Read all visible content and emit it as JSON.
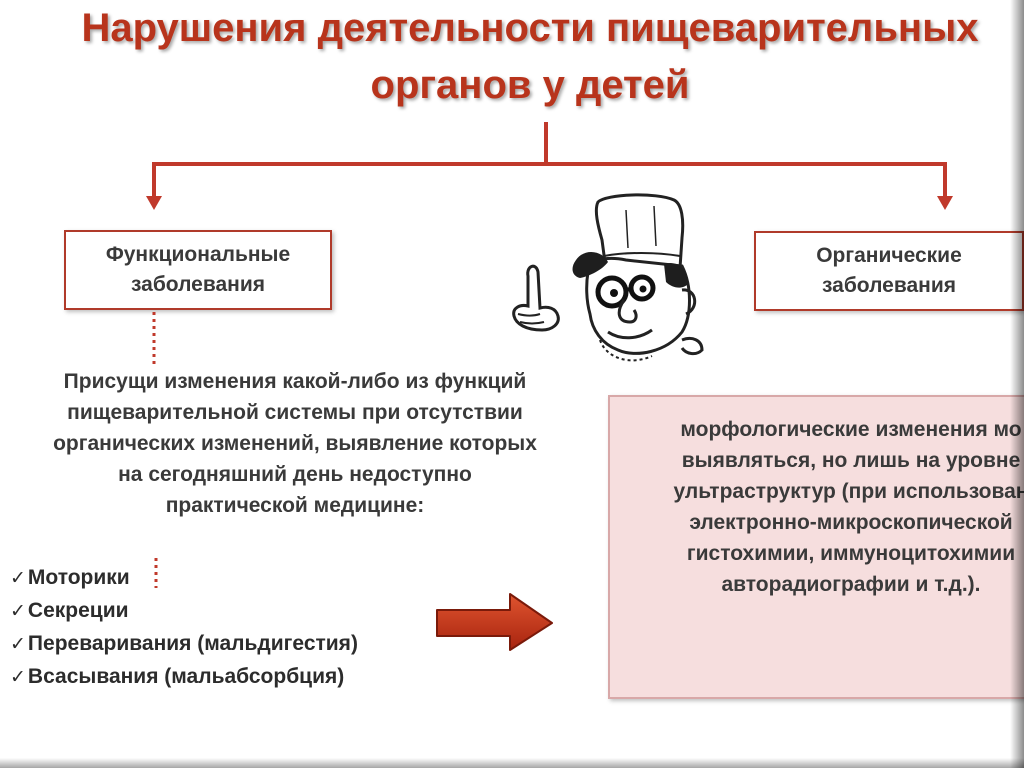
{
  "title": {
    "line1": "Нарушения деятельности пищеварительных",
    "line2": "органов у детей"
  },
  "boxes": {
    "functional": {
      "line1": "Функциональные",
      "line2": "заболевания"
    },
    "organic": {
      "line1": "Органические",
      "line2": "заболевания"
    }
  },
  "description": {
    "lines": [
      "Присущи изменения какой-либо из функций",
      "пищеварительной системы при отсутствии",
      "органических изменений, выявление которых",
      "на сегодняшний день недоступно",
      "практической медицине:"
    ]
  },
  "checklist": {
    "mark": "✓",
    "items": [
      "Моторики",
      "Секреции",
      "Переваривания (мальдигестия)",
      "Всасывания (мальабсорбция)"
    ]
  },
  "organic_text": {
    "lines": [
      "морфологические изменения мо",
      "выявляться, но лишь на уровне",
      "ультраструктур (при использован",
      "электронно-микроскопической",
      "гистохимии, иммуноцитохимии",
      "авторадиографии и т.д.)."
    ]
  },
  "colors": {
    "title": "#b8341c",
    "connector": "#c0392b",
    "box_border": "#b03a2a",
    "panel_fill": "#f6dede",
    "arrow_fill": "#c9301a",
    "text": "#3a3a3a"
  },
  "icons": {
    "arrow": "right-arrow-icon",
    "illustration": "doctor-illustration",
    "check": "checkmark-icon"
  }
}
